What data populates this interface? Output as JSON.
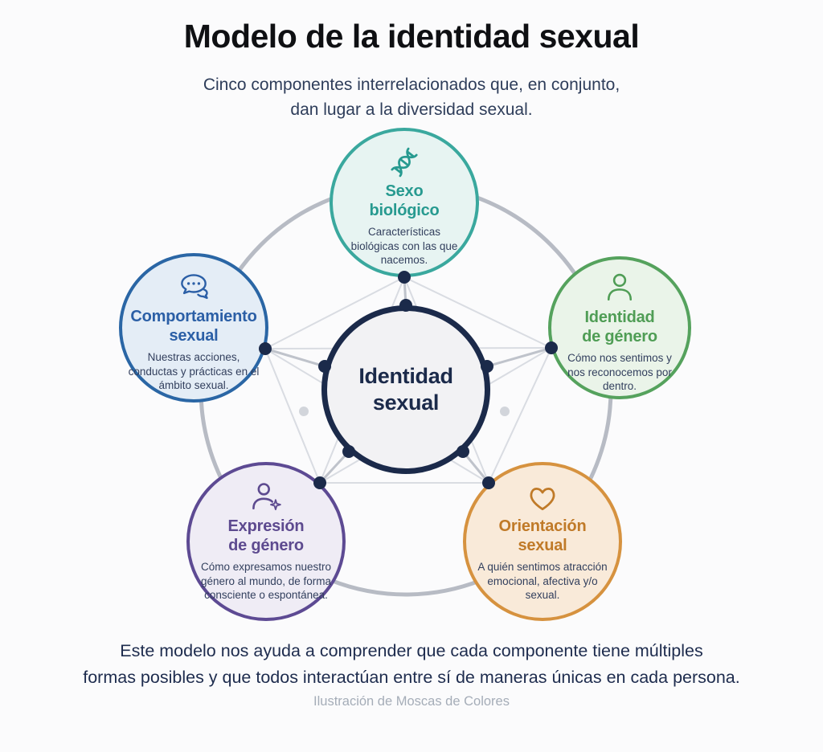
{
  "header": {
    "title": "Modelo de la identidad sexual",
    "subtitle_line1": "Cinco componentes interrelacionados que, en conjunto,",
    "subtitle_line2": "dan lugar a la diversidad sexual."
  },
  "center": {
    "title_line1": "Identidad",
    "title_line2": "sexual",
    "colors": {
      "border": "#1b2a4a",
      "fill": "#f2f2f4",
      "text": "#1b2a4a"
    }
  },
  "components": [
    {
      "key": "sexo-biologico",
      "icon": "dna-icon",
      "title_line1": "Sexo",
      "title_line2": "biológico",
      "description": "Características biológicas con las que nacemos.",
      "colors": {
        "accent": "#279a90",
        "border": "#3aa89e",
        "fill": "#e7f4f2"
      }
    },
    {
      "key": "identidad-de-genero",
      "icon": "person-icon",
      "title_line1": "Identidad",
      "title_line2": "de género",
      "description": "Cómo nos sentimos y nos reconocemos por dentro.",
      "colors": {
        "accent": "#4f9d55",
        "border": "#55a25d",
        "fill": "#eaf4e9"
      }
    },
    {
      "key": "comportamiento-sexual",
      "icon": "chat-bubbles-icon",
      "title_line1": "Comportamiento",
      "title_line2": "sexual",
      "description": "Nuestras acciones, conductas y prácticas en el ámbito sexual.",
      "colors": {
        "accent": "#2b5fa6",
        "border": "#2a66a5",
        "fill": "#e4edf6"
      }
    },
    {
      "key": "expresion-de-genero",
      "icon": "person-sparkle-icon",
      "title_line1": "Expresión",
      "title_line2": "de género",
      "description": "Cómo expresamos nuestro género al mundo, de forma consciente o espontánea.",
      "colors": {
        "accent": "#5d4a8f",
        "border": "#5d4a93",
        "fill": "#efecf5"
      }
    },
    {
      "key": "orientacion-sexual",
      "icon": "heart-icon",
      "title_line1": "Orientación",
      "title_line2": "sexual",
      "description": "A quién sentimos atracción emocional, afectiva y/o sexual.",
      "colors": {
        "accent": "#c07a28",
        "border": "#d6923f",
        "fill": "#f9ead9"
      }
    }
  ],
  "footer": {
    "note_line1": "Este modelo nos ayuda a comprender que cada componente tiene múltiples",
    "note_line2": "formas posibles y que todos interactúan entre sí de maneras únicas en cada persona.",
    "credit": "Ilustración de Moscas de Colores"
  }
}
